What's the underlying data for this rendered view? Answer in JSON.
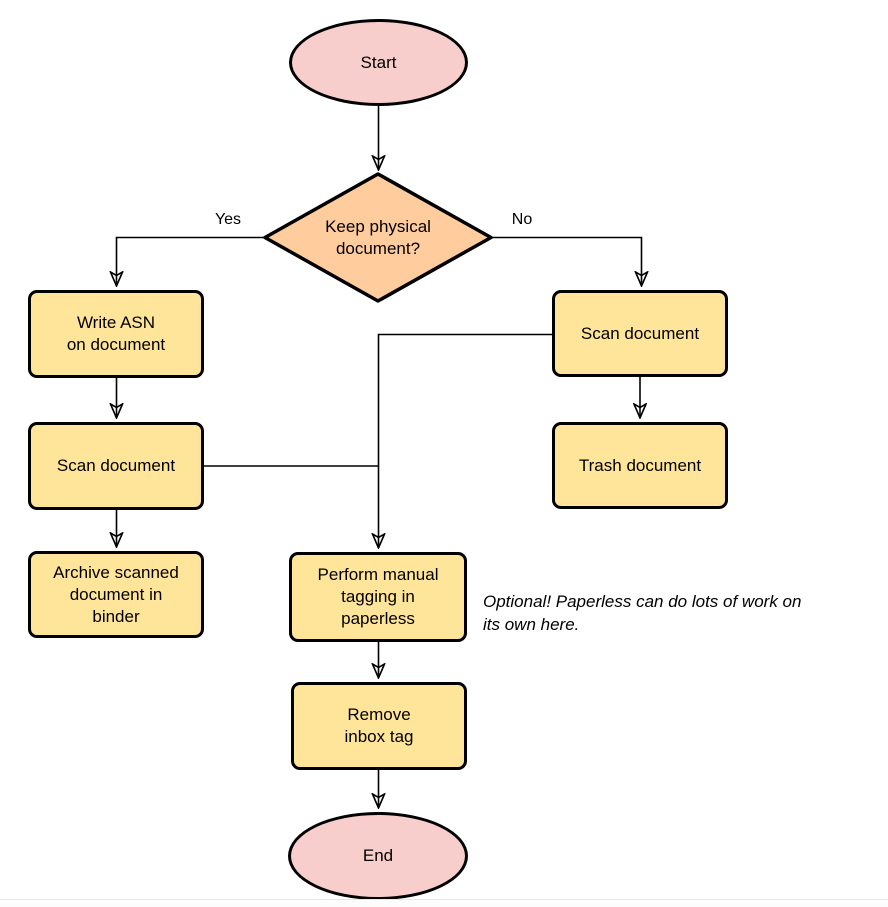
{
  "nodes": {
    "start": "Start",
    "decision": "Keep physical\ndocument?",
    "write_asn": "Write ASN\non document",
    "scan_left": "Scan document",
    "archive": "Archive scanned\ndocument in\nbinder",
    "scan_right": "Scan document",
    "trash": "Trash document",
    "tagging": "Perform manual\ntagging in\npaperless",
    "remove_inbox": "Remove\ninbox tag",
    "end": "End"
  },
  "edge_labels": {
    "yes": "Yes",
    "no": "No"
  },
  "note": "Optional! Paperless can do lots of work on\nits own here.",
  "colors": {
    "terminal_fill": "#F8CECC",
    "decision_fill": "#FFCC9E",
    "process_fill": "#FFE599",
    "stroke": "#000000",
    "edge": "#000000"
  }
}
